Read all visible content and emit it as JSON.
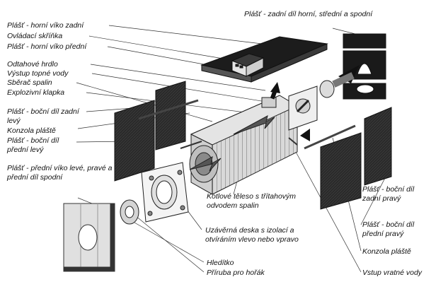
{
  "diagram": {
    "labels": {
      "top_cover_rear": "Plášť - horní víko zadní",
      "control_box": "Ovládací skříňka",
      "top_cover_front": "Plášť - horní víko přední",
      "flue_outlet": "Odtahové hrdlo",
      "heating_water_outlet": "Výstup topné vody",
      "flue_collector": "Sběrač spalin",
      "explosion_flap": "Explozivní klapka",
      "side_rear_left": "Plášť - boční díl zadní levý",
      "side_bracket_left": "Konzola pláště",
      "side_front_left": "Plášť - boční díl přední levý",
      "front_cover": "Plášť - přední víko levé, pravé a přední díl spodní",
      "rear_panels": "Plášť - zadní díl horní, střední a spodní",
      "boiler_body": "Kotlové těleso s třítahovým odvodem spalin",
      "closing_plate": "Uzávěrná deska s izolací a otvíráním vlevo nebo vpravo",
      "sight_glass": "Hledítko",
      "burner_flange": "Příruba pro hořák",
      "side_rear_right": "Plášť - boční díl zadní pravý",
      "side_front_right": "Plášť - boční díl přední pravý",
      "side_bracket_right": "Konzola pláště",
      "return_water_inlet": "Vstup vratné vody"
    }
  }
}
